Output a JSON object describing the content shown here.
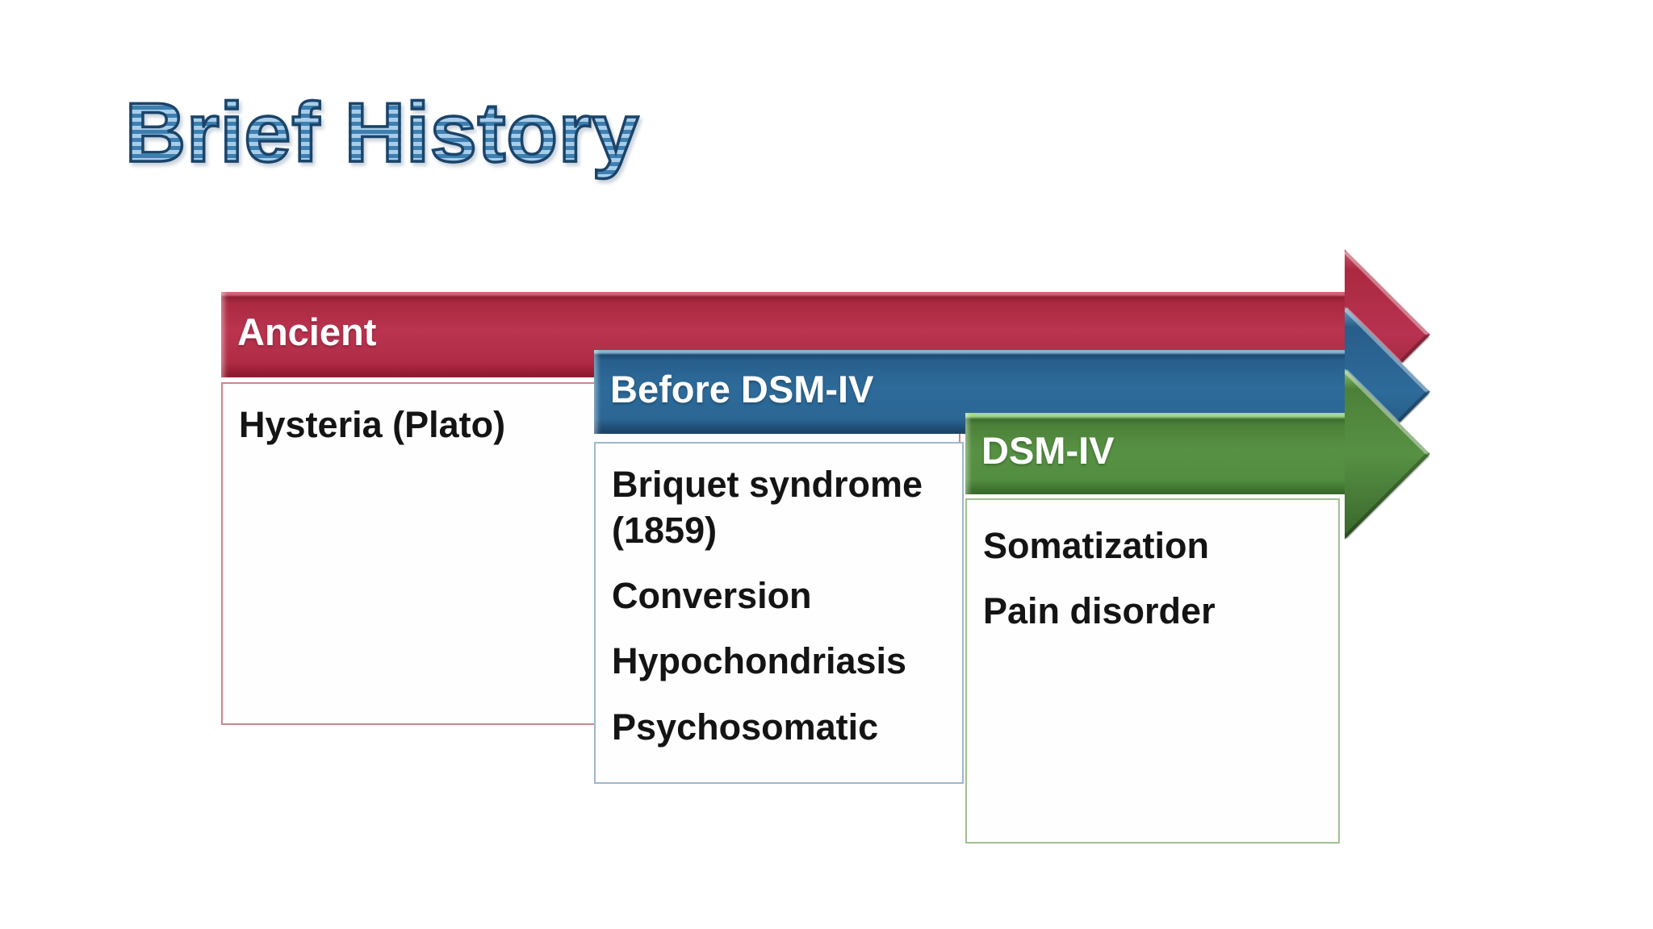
{
  "slide": {
    "title": "Brief History",
    "timeline": [
      {
        "id": "ancient",
        "header": "Ancient",
        "items": [
          "Hysteria (Plato)"
        ],
        "bar_color": "#b12c44",
        "box_border_color": "#d0838f"
      },
      {
        "id": "before-dsm-iv",
        "header": "Before DSM-IV",
        "items": [
          "Briquet syndrome (1859)",
          "Conversion",
          "Hypochondriasis",
          "Psychosomatic"
        ],
        "bar_color": "#2d6a98",
        "box_border_color": "#9db8cb"
      },
      {
        "id": "dsm-iv",
        "header": "DSM-IV",
        "items": [
          "Somatization",
          "Pain disorder"
        ],
        "bar_color": "#538f3f",
        "box_border_color": "#a3be93"
      }
    ],
    "title_style": {
      "stripe_light": "#a9cde9",
      "stripe_dark": "#3d7fb0",
      "outline": "#1c4468"
    },
    "text_color": "#141414",
    "header_text_color": "#ffffff",
    "background_color": "#ffffff"
  }
}
